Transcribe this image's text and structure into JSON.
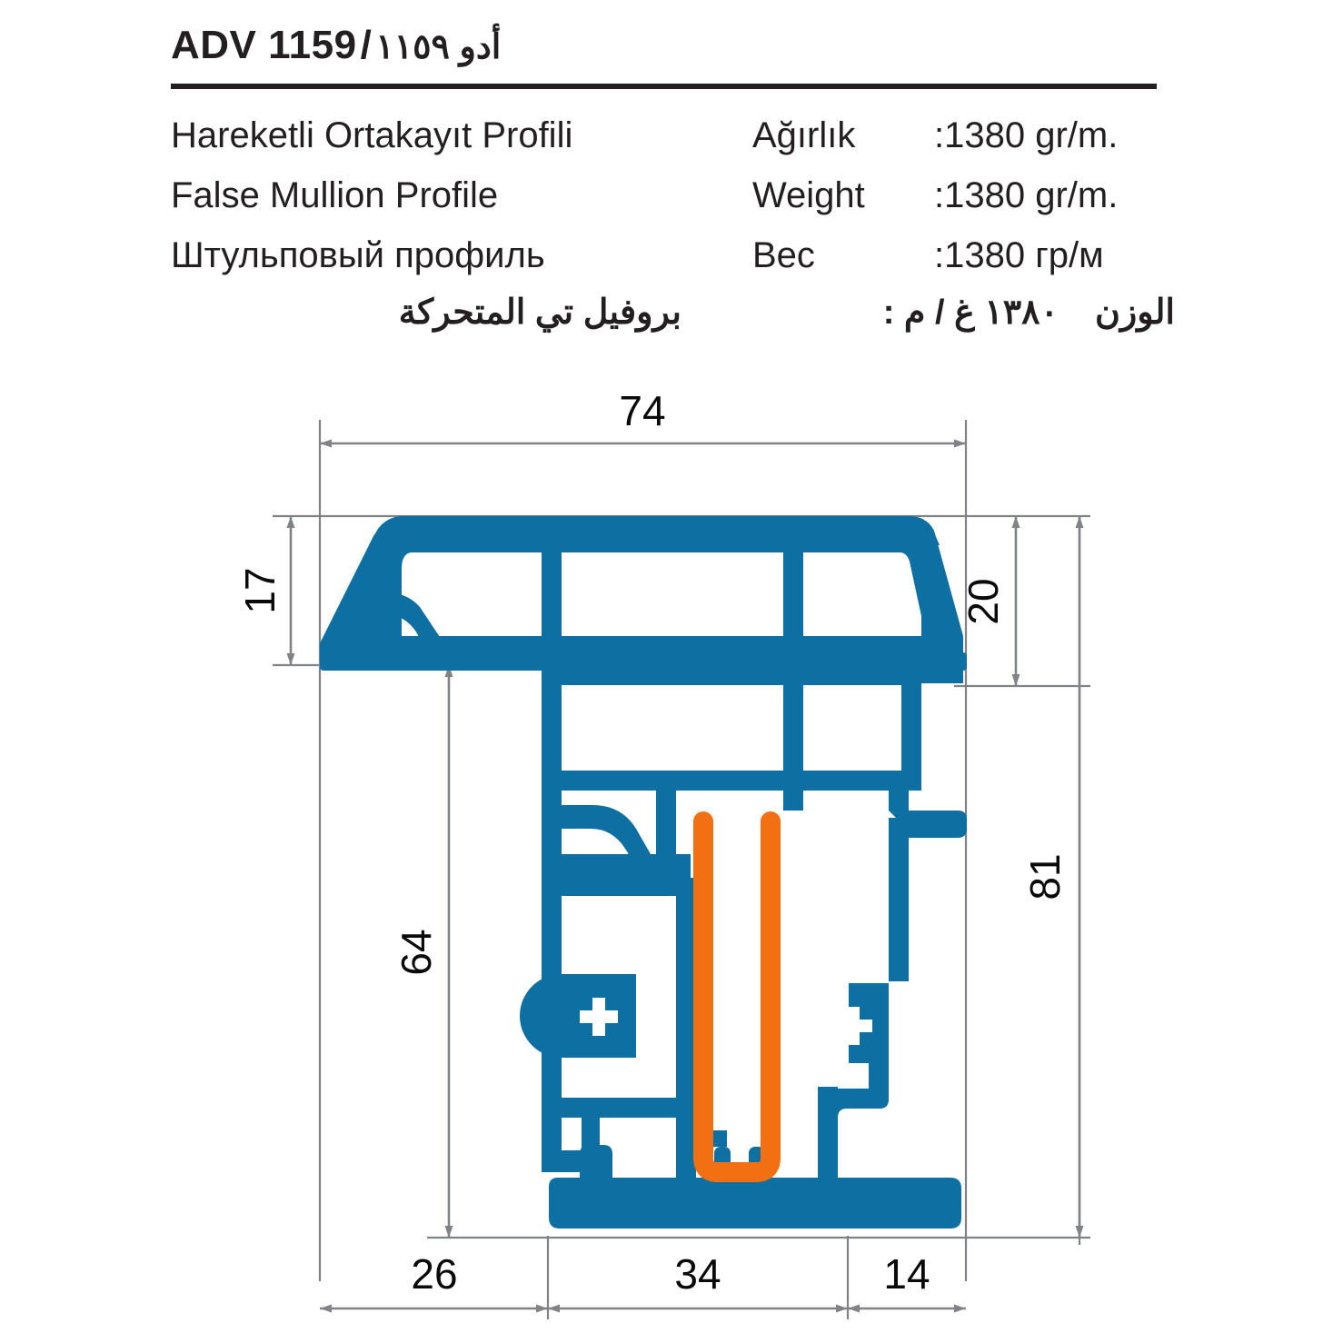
{
  "header": {
    "title_code": "ADV 1159",
    "title_separator": "/",
    "title_arabic": "أدو ١١٥٩",
    "descriptions": [
      {
        "lang": "tr",
        "text": "Hareketli Ortakayıt Profili"
      },
      {
        "lang": "en",
        "text": "False Mullion Profile"
      },
      {
        "lang": "ru",
        "text": "Штульповый профиль"
      },
      {
        "lang": "ar",
        "text": "بروفيل تي المتحركة"
      }
    ],
    "weights": [
      {
        "lang": "tr",
        "label": "Ağırlık",
        "value": ":1380 gr/m."
      },
      {
        "lang": "en",
        "label": "Weight",
        "value": ":1380 gr/m."
      },
      {
        "lang": "ru",
        "label": "Вес",
        "value": ":1380 гр/м"
      },
      {
        "lang": "ar",
        "label": "الوزن",
        "value": "١٣٨٠ غ / م :"
      }
    ]
  },
  "drawing": {
    "colors": {
      "profile_blue": "#0e6fa3",
      "gasket_orange": "#f26f12",
      "dimension_gray": "#808285",
      "text_black": "#0a0a0a"
    },
    "dimensions": {
      "top_width": "74",
      "left_upper_height": "17",
      "right_upper_height": "20",
      "left_lower_height": "64",
      "right_total_height": "81",
      "bottom_left": "26",
      "bottom_center": "34",
      "bottom_right": "14"
    }
  }
}
